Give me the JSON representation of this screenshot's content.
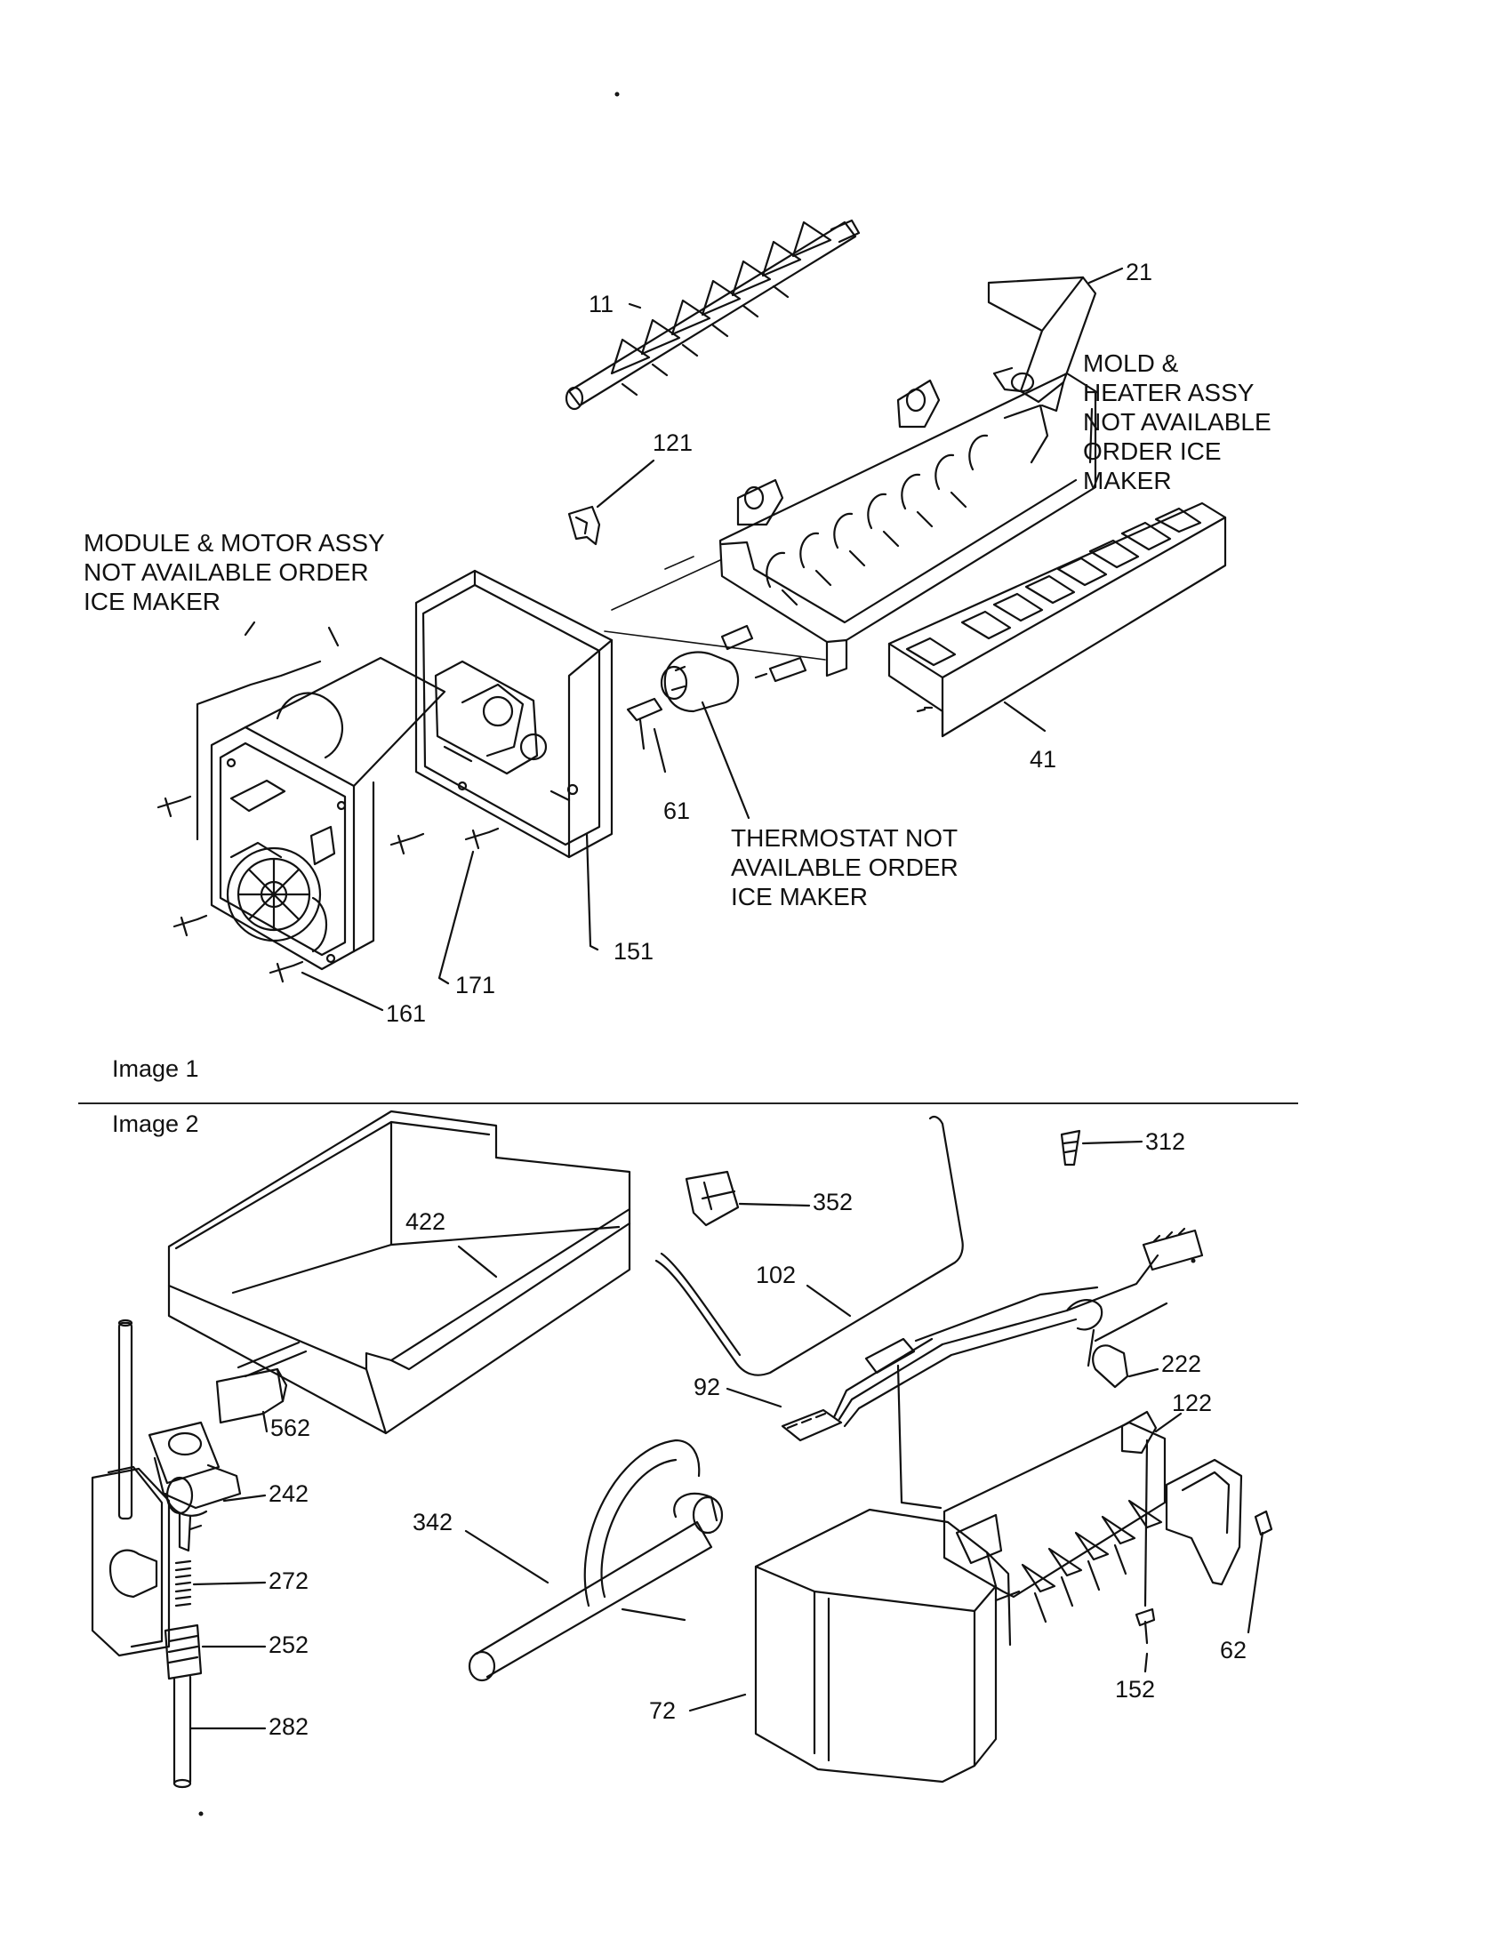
{
  "captions": {
    "image1": "Image 1",
    "image2": "Image 2"
  },
  "notes": {
    "module_motor": [
      "MODULE & MOTOR ASSY",
      "NOT AVAILABLE ORDER",
      "ICE MAKER"
    ],
    "mold_heater": [
      "MOLD &",
      "HEATER ASSY",
      "NOT AVAILABLE",
      "ORDER ICE",
      "MAKER"
    ],
    "thermostat": [
      "THERMOSTAT NOT",
      "AVAILABLE ORDER",
      "ICE MAKER"
    ]
  },
  "callouts": {
    "p11": "11",
    "p21": "21",
    "p121": "121",
    "p41": "41",
    "p61": "61",
    "p151": "151",
    "p171": "171",
    "p161": "161",
    "p312": "312",
    "p352": "352",
    "p422": "422",
    "p102": "102",
    "p222": "222",
    "p122": "122",
    "p92": "92",
    "p562": "562",
    "p242": "242",
    "p342": "342",
    "p272": "272",
    "p252": "252",
    "p282": "282",
    "p62": "62",
    "p72": "72",
    "p152": "152"
  },
  "colors": {
    "ink": "#111111",
    "paper": "#ffffff"
  }
}
